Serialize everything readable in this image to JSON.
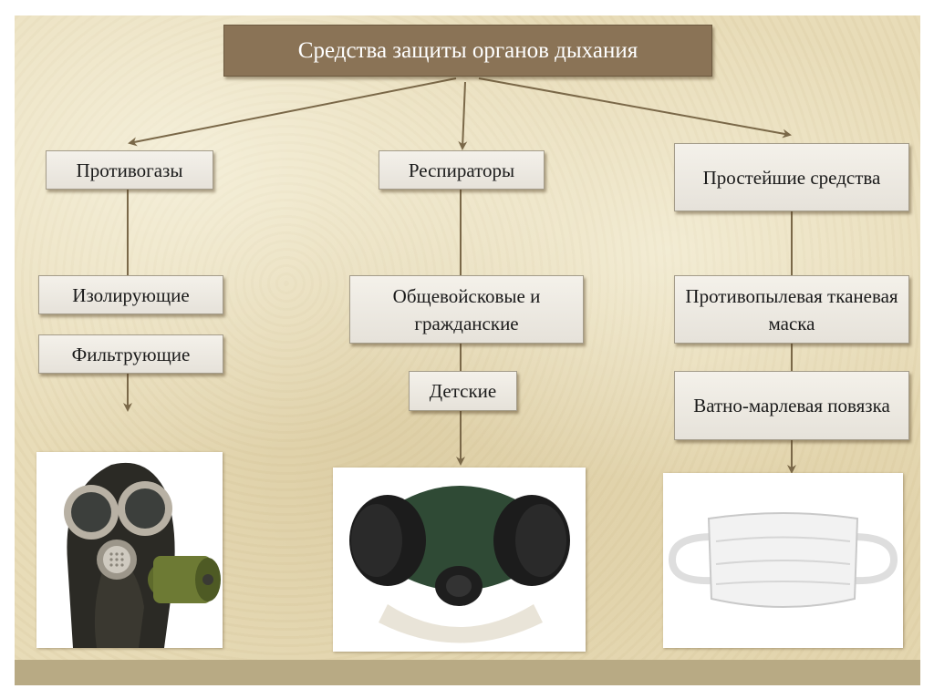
{
  "title": "Средства защиты органов дыхания",
  "categories": [
    {
      "label": "Противогазы",
      "items": [
        "Изолирующие",
        "Фильтрующие"
      ],
      "image": "gas-mask-illustration"
    },
    {
      "label": "Респираторы",
      "items": [
        "Общевойсковые и гражданские",
        "Детские"
      ],
      "image": "respirator-illustration"
    },
    {
      "label": "Простейшие средства",
      "items": [
        "Противопылевая тканевая маска",
        "Ватно-марлевая повязка"
      ],
      "image": "cloth-mask-illustration"
    }
  ],
  "colors": {
    "background": "#e8dcb8",
    "title_box": "#8a7356",
    "box_fill": "#f0ede6",
    "arrow": "#7a6848"
  }
}
